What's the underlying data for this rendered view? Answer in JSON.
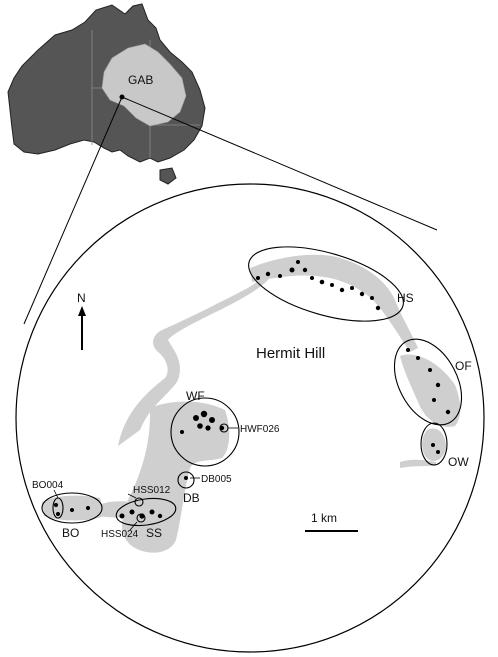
{
  "inset": {
    "region_label": "GAB"
  },
  "main_map": {
    "place_title": "Hermit Hill",
    "north_label": "N",
    "scale_label": "1 km",
    "springs": [
      {
        "id": "hs",
        "label": "HS"
      },
      {
        "id": "of",
        "label": "OF"
      },
      {
        "id": "ow",
        "label": "OW"
      },
      {
        "id": "wf",
        "label": "WF"
      },
      {
        "id": "db",
        "label": "DB"
      },
      {
        "id": "ss",
        "label": "SS"
      },
      {
        "id": "bo",
        "label": "BO"
      }
    ],
    "sub_sites": [
      {
        "id": "hwf026",
        "label": "HWF026"
      },
      {
        "id": "db005",
        "label": "DB005"
      },
      {
        "id": "hss012",
        "label": "HSS012"
      },
      {
        "id": "hss024",
        "label": "HSS024"
      },
      {
        "id": "bo004",
        "label": "BO004"
      }
    ]
  },
  "colors": {
    "australia_fill": "#555555",
    "basin_fill": "#c8c8c8",
    "outline": "#000000"
  }
}
